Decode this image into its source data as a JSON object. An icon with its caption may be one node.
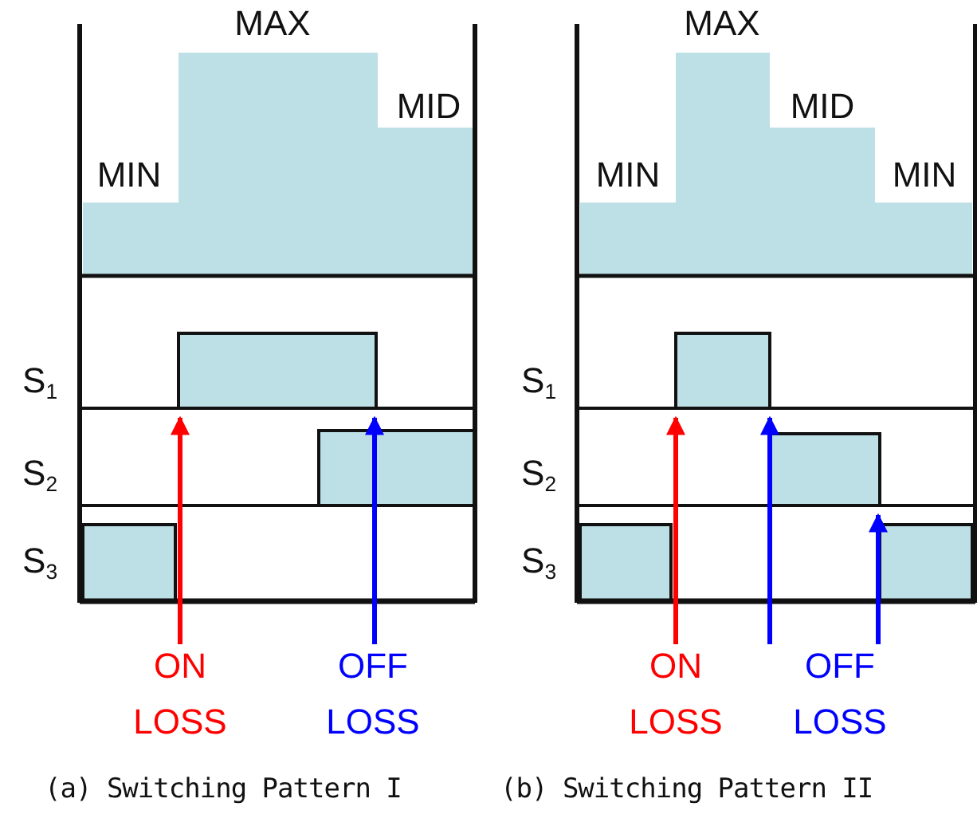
{
  "diagram": {
    "nodes": [
      {
        "text": [
          "ON LOSS"
        ]
      },
      {
        "text": [
          "OFF LOSS"
        ]
      },
      {
        "text": [
          "ON LOSS"
        ]
      },
      {
        "text": [
          "OFF LOSS"
        ]
      }
    ],
    "edges": [
      {
        "from": 0,
        "to": null,
        "arrow": "to",
        "color": "#ff0000"
      },
      {
        "from": 1,
        "to": null,
        "arrow": "to",
        "color": "#0000ff"
      },
      {
        "from": 2,
        "to": null,
        "arrow": "to",
        "color": "#ff0000"
      },
      {
        "from": 3,
        "to": null,
        "arrow": "to",
        "color": "#0000ff"
      },
      {
        "from": 3,
        "to": null,
        "arrow": "to",
        "color": "#0000ff"
      }
    ],
    "labels": [
      "MAX",
      "MID",
      "MIN",
      "S$_{1}$",
      "S$_{2}$",
      "S$_{3}$",
      "MAX",
      "MID",
      "MIN",
      "MIN",
      "S$_{1}$",
      "S$_{2}$",
      "S$_{3}$",
      "(a) Switching Pattern I",
      "(b) Switching Pattern II"
    ]
  }
}
